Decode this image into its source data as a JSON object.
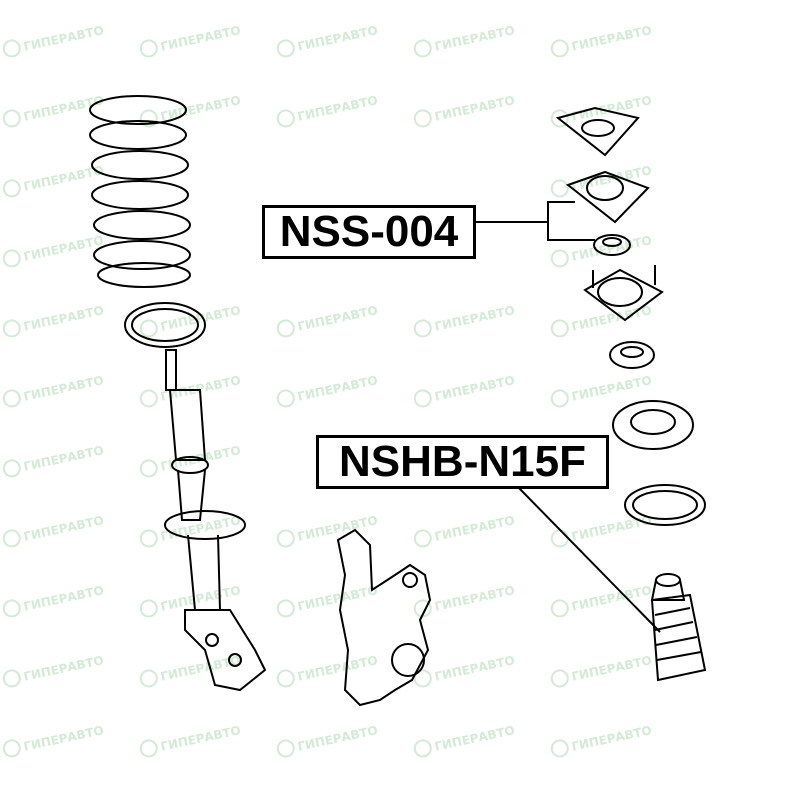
{
  "watermark": {
    "text": "ГИПЕРАВТО",
    "color": "#d4ead6"
  },
  "labels": {
    "mount": "NSS-004",
    "boot": "NSHB-N15F"
  }
}
